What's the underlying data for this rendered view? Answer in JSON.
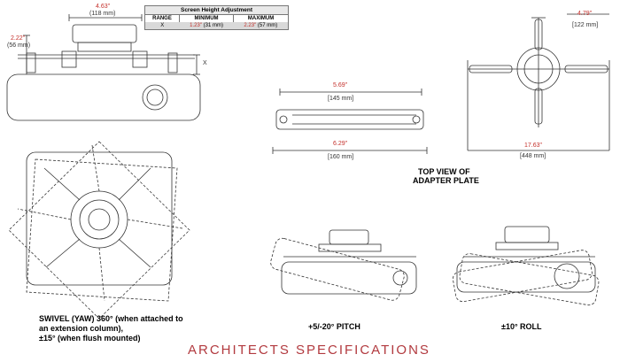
{
  "table": {
    "title": "Screen Height Adjustment",
    "headers": [
      "RANGE",
      "MINIMUM",
      "MAXIMUM"
    ],
    "row": {
      "range": "X",
      "min_in": "1.23\"",
      "min_mm": "(31 mm)",
      "max_in": "2.23\"",
      "max_mm": "(57 mm)"
    }
  },
  "dims": {
    "top_width_in": "4.63\"",
    "top_width_mm": "(118 mm)",
    "side_height_in": "2.22\"",
    "side_height_mm": "(56 mm)",
    "x_label": "X",
    "plate_inner_in": "5.69\"",
    "plate_inner_mm": "[145 mm]",
    "plate_outer_in": "6.29\"",
    "plate_outer_mm": "[160 mm]",
    "arm_in": "4.79\"",
    "arm_mm": "[122 mm]",
    "span_in": "17.63\"",
    "span_mm": "[448 mm]"
  },
  "captions": {
    "adapter_top": "TOP VIEW OF",
    "adapter_bottom": "ADAPTER PLATE",
    "swivel_1": "SWIVEL (YAW) 360° (when attached to",
    "swivel_2": "an extension column),",
    "swivel_3": "±15° (when flush mounted)",
    "pitch": "+5/-20° PITCH",
    "roll": "±10° ROLL"
  },
  "title": "ARCHITECTS SPECIFICATIONS",
  "colors": {
    "dimension_red": "#c4302b",
    "title_mauve": "#b23a3f",
    "line": "#333333"
  }
}
